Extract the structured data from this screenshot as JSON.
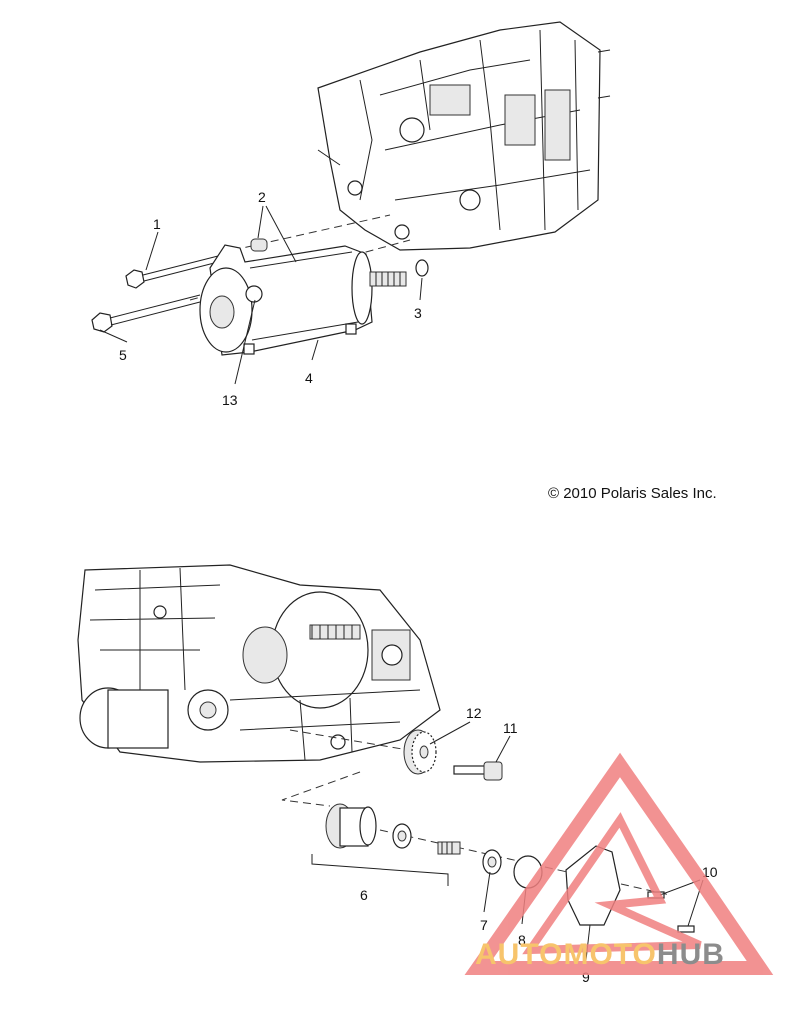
{
  "copyright": "© 2010 Polaris Sales Inc.",
  "callouts": {
    "c1": "1",
    "c2": "2",
    "c3": "3",
    "c4": "4",
    "c5": "5",
    "c6": "6",
    "c7": "7",
    "c8": "8",
    "c9": "9",
    "c10": "10",
    "c11": "11",
    "c12": "12",
    "c13": "13"
  },
  "watermark": {
    "part1": "AUTOMOTO",
    "part2": "HUB",
    "colors": {
      "red": "#f08080",
      "yellow": "#f7c46c",
      "gray": "#8c8c8c"
    }
  }
}
